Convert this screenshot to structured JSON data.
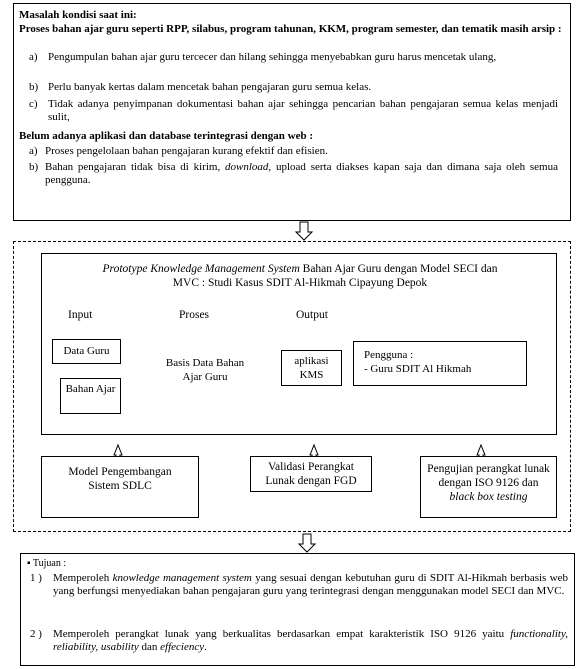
{
  "top_box": {
    "title": "Masalah kondisi saat ini:",
    "subtitle": "Proses bahan ajar guru seperti RPP, silabus, program tahunan, KKM, program semester, dan tematik masih arsip :",
    "items": [
      {
        "marker": "a)",
        "text": "Pengumpulan bahan ajar guru tercecer dan hilang sehingga menyebabkan guru harus mencetak ulang,"
      },
      {
        "marker": "b)",
        "text": "Perlu banyak kertas dalam mencetak bahan pengajaran guru semua kelas."
      },
      {
        "marker": "c)",
        "text": "Tidak adanya penyimpanan dokumentasi bahan ajar sehingga pencarian bahan pengajaran semua kelas menjadi sulit,"
      }
    ],
    "subtitle2": "Belum adanya aplikasi dan database terintegrasi dengan web :",
    "items2": [
      {
        "marker": "a)",
        "text": "Proses pengelolaan bahan pengajaran kurang efektif dan efisien."
      },
      {
        "marker": "b)",
        "text_before": "Bahan pengajaran tidak bisa di kirim, ",
        "text_italic": "download",
        "text_after": ", upload serta diakses kapan saja dan dimana saja oleh semua pengguna."
      }
    ]
  },
  "middle": {
    "title_italic": "Prototype Knowledge Management System",
    "title_rest": " Bahan Ajar Guru dengan Model SECI dan MVC : Studi Kasus SDIT Al-Hikmah Cipayung Depok",
    "label_input": "Input",
    "label_proses": "Proses",
    "label_output": "Output",
    "data_guru": "Data Guru",
    "bahan_ajar": "Bahan Ajar",
    "database_label": "Basis Data Bahan Ajar Guru",
    "app_label": "aplikasi KMS",
    "user_title": "Pengguna :",
    "user_item": "- Guru  SDIT Al Hikmah",
    "bottom_boxes": [
      {
        "text": "Model Pengembangan Sistem SDLC"
      },
      {
        "text": "Validasi Perangkat Lunak dengan FGD"
      },
      {
        "text_plain": "Pengujian perangkat lunak dengan ISO 9126 dan ",
        "text_italic": "black box testing"
      }
    ]
  },
  "bottom_box": {
    "heading": "Tujuan :",
    "items": [
      {
        "marker": "1 )",
        "text_before": "Memperoleh ",
        "text_italic": "knowledge management system",
        "text_after": " yang sesuai dengan kebutuhan guru di SDIT Al-Hikmah berbasis web yang berfungsi menyediakan bahan pengajaran guru yang terintegrasi dengan menggunakan model SECI dan MVC."
      },
      {
        "marker": "2 )",
        "text_before": "Memperoleh perangkat lunak yang berkualitas berdasarkan empat karakteristik ISO 9126 yaitu ",
        "text_italic": "functionality, reliability, usability",
        "text_mid": " dan ",
        "text_italic2": "effeciency",
        "text_after": "."
      }
    ]
  }
}
